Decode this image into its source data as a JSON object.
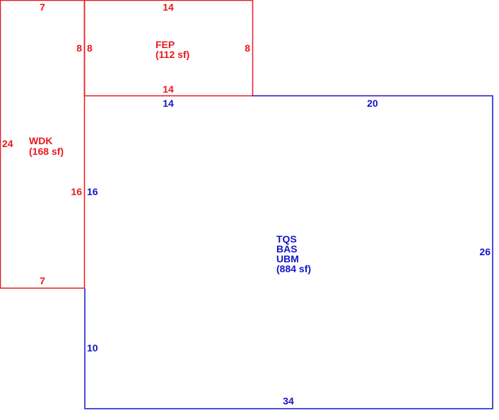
{
  "colors": {
    "red": "#e8191e",
    "blue": "#1414c8",
    "background": "#ffffff"
  },
  "areas": {
    "wdk": {
      "code": "WDK",
      "area": "(168 sf)"
    },
    "fep": {
      "code": "FEP",
      "area": "(112 sf)"
    },
    "main": {
      "codes": [
        "TQS",
        "BAS",
        "UBM"
      ],
      "area": "(884 sf)"
    }
  },
  "dimensions": {
    "wdk_top": "7",
    "wdk_bottom": "7",
    "wdk_left": "24",
    "wdk_right_upper": "8",
    "wdk_right_lower": "16",
    "fep_top": "14",
    "fep_bottom": "14",
    "fep_left": "8",
    "fep_right": "8",
    "main_top_left": "14",
    "main_top_right": "20",
    "main_left_upper": "16",
    "main_left_lower": "10",
    "main_right": "26",
    "main_bottom": "34"
  }
}
